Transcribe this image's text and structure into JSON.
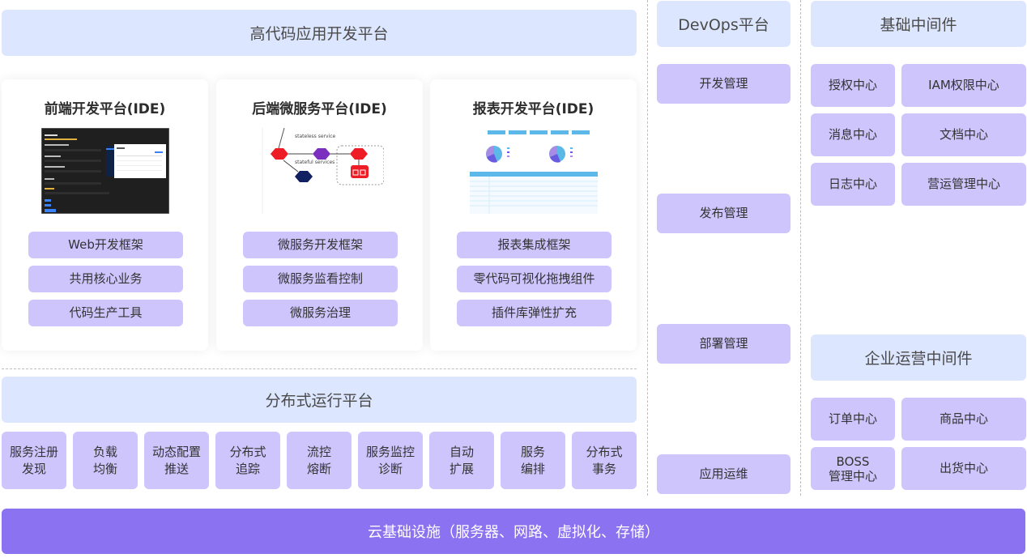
{
  "high_code": {
    "title": "高代码应用开发平台",
    "cards": [
      {
        "title": "前端开发平台(IDE)",
        "image": "ide-screenshot",
        "items": [
          "Web开发框架",
          "共用核心业务",
          "代码生产工具"
        ]
      },
      {
        "title": "后端微服务平台(IDE)",
        "image": "microservice-diagram",
        "diagram_labels": [
          "stateless service",
          "stateful services"
        ],
        "items": [
          "微服务开发框架",
          "微服务监看控制",
          "微服务治理"
        ]
      },
      {
        "title": "报表开发平台(IDE)",
        "image": "report-dashboard",
        "items": [
          "报表集成框架",
          "零代码可视化拖拽组件",
          "插件库弹性扩充"
        ]
      }
    ]
  },
  "runtime": {
    "title": "分布式运行平台",
    "items": [
      [
        "服务注册",
        "发现"
      ],
      [
        "负载",
        "均衡"
      ],
      [
        "动态配置",
        "推送"
      ],
      [
        "分布式",
        "追踪"
      ],
      [
        "流控",
        "熔断"
      ],
      [
        "服务监控",
        "诊断"
      ],
      [
        "自动",
        "扩展"
      ],
      [
        "服务",
        "编排"
      ],
      [
        "分布式",
        "事务"
      ]
    ]
  },
  "devops": {
    "title": "DevOps平台",
    "items": [
      "开发管理",
      "发布管理",
      "部署管理",
      "应用运维"
    ]
  },
  "base_middleware": {
    "title": "基础中间件",
    "items": [
      "授权中心",
      "IAM权限中心",
      "消息中心",
      "文档中心",
      "日志中心",
      "营运管理中心"
    ]
  },
  "enterprise_middleware": {
    "title": "企业运营中间件",
    "items": [
      [
        "订单中心"
      ],
      [
        "商品中心"
      ],
      [
        "BOSS",
        "管理中心"
      ],
      [
        "出货中心"
      ]
    ]
  },
  "infrastructure": {
    "label": "云基础设施（服务器、网路、虚拟化、存储）"
  },
  "colors": {
    "header_bg": "#dce6fe",
    "item_bg": "#cdc5fc",
    "infra_bg": "#8a72f0"
  }
}
